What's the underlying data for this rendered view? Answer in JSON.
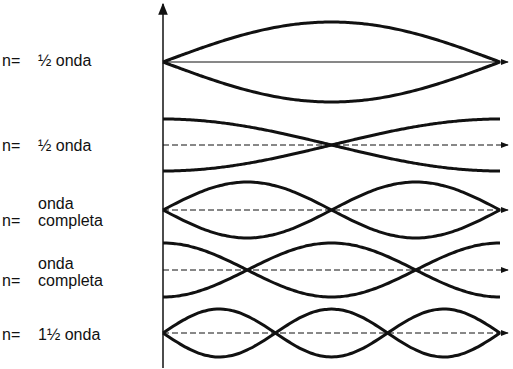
{
  "diagram": {
    "labels": [
      "n=",
      "½ onda",
      "n=",
      "½ onda",
      "n=",
      "onda completa",
      "n=",
      "onda completa",
      "n=",
      "1½ onda"
    ]
  }
}
